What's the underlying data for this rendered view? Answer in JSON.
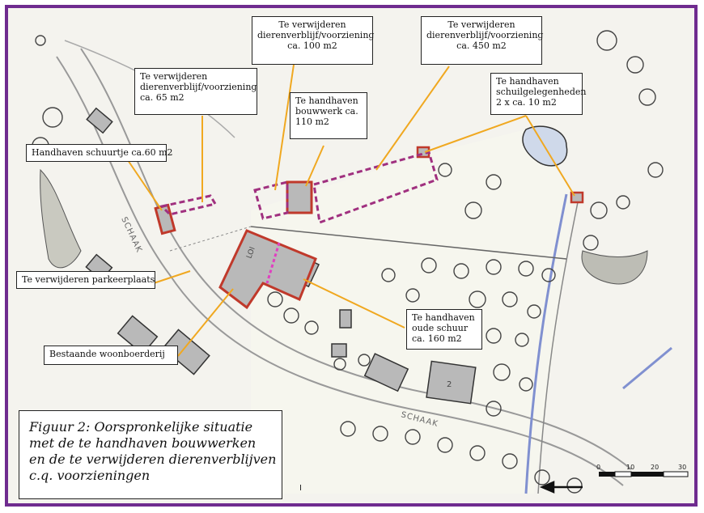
{
  "caption": {
    "lines": [
      "Figuur 2: Oorspronkelijke situatie",
      "met de te handhaven bouwwerken",
      "en de te verwijderen dierenverblijven",
      "c.q. voorzieningen"
    ]
  },
  "callouts": {
    "remove_100": [
      "Te verwijderen",
      "dierenverblijf/voorziening",
      "ca. 100 m2"
    ],
    "remove_450": [
      "Te verwijderen",
      "dierenverblijf/voorziening",
      "ca. 450 m2"
    ],
    "remove_65": [
      "Te verwijderen",
      "dierenverblijf/voorziening",
      "ca. 65 m2"
    ],
    "keep_110": [
      "Te handhaven",
      "bouwwerk ca.",
      "110 m2"
    ],
    "keep_shelters": [
      "Te handhaven",
      "schuilgelegenheden",
      "2 x ca. 10 m2"
    ],
    "keep_shed60": [
      "Handhaven schuurtje ca.60 m2"
    ],
    "remove_parking": [
      "Te verwijderen parkeerplaats"
    ],
    "keep_farmhouse": [
      "Bestaande woonboerderij"
    ],
    "keep_barn": [
      "Te handhaven",
      "oude schuur",
      "ca. 160 m2"
    ]
  },
  "road_labels": {
    "left": "SCHAAK",
    "bottom": "SCHAAK"
  },
  "scale_bar": {
    "ticks": [
      "0",
      "10",
      "20",
      "30"
    ]
  },
  "page_marker": "I",
  "building_numbers": {
    "main": "LOI",
    "house_2": "2"
  },
  "colors": {
    "frame": "#6f2b8f",
    "keep_outline": "#c0392b",
    "remove_outline": "#a0307f",
    "leader": "#f0a820",
    "building_fill": "#b9b9b9"
  }
}
